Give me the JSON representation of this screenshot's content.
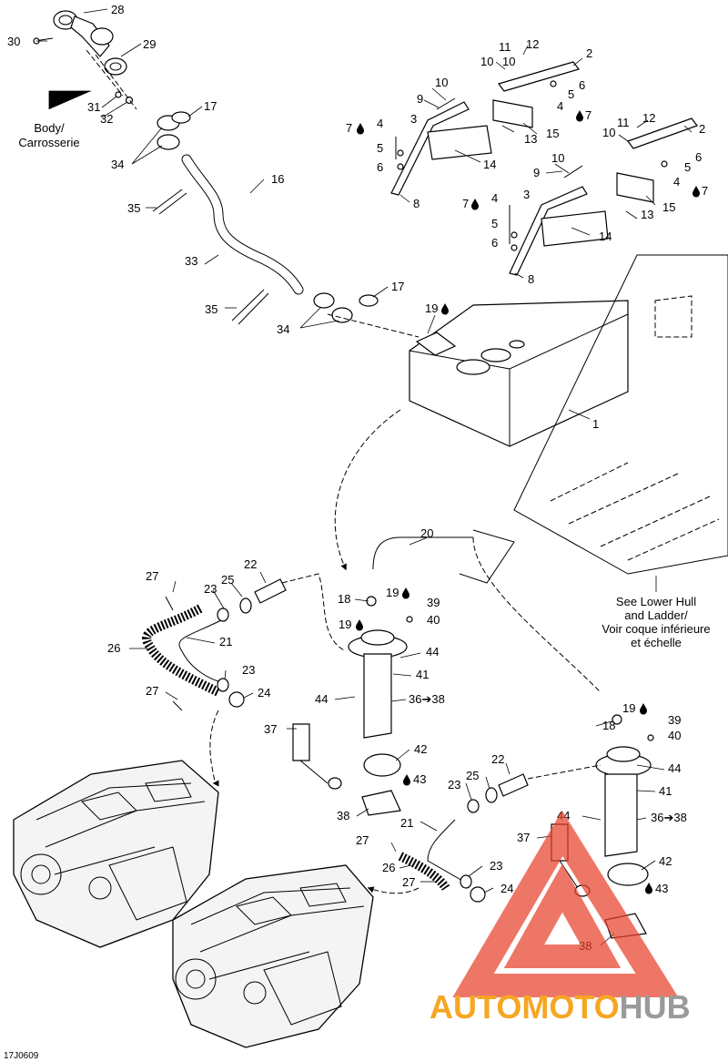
{
  "callouts": {
    "n1": "1",
    "n2": "2",
    "n3": "3",
    "n4": "4",
    "n5": "5",
    "n6": "6",
    "n7": "7",
    "n8": "8",
    "n9": "9",
    "n10": "10",
    "n11": "11",
    "n12": "12",
    "n13": "13",
    "n14": "14",
    "n15": "15",
    "n16": "16",
    "n17": "17",
    "n18": "18",
    "n19": "19",
    "n20": "20",
    "n21": "21",
    "n22": "22",
    "n23": "23",
    "n24": "24",
    "n25": "25",
    "n26": "26",
    "n27": "27",
    "n28": "28",
    "n29": "29",
    "n30": "30",
    "n31": "31",
    "n32": "32",
    "n33": "33",
    "n34": "34",
    "n35": "35",
    "n37": "37",
    "n38": "38",
    "n39": "39",
    "n40": "40",
    "n41": "41",
    "n42": "42",
    "n43": "43",
    "n44": "44",
    "n36to38": "36➔38"
  },
  "notes": {
    "body_line1": "Body/",
    "body_line2": "Carrosserie",
    "hull_line1": "See Lower Hull",
    "hull_line2": "and Ladder/",
    "hull_line3": "Voir coque inférieure",
    "hull_line4": "et échelle"
  },
  "drawing_code": "17J0609",
  "watermark": {
    "part1": "AUTOMOTO",
    "part2": "HUB"
  },
  "colors": {
    "watermark_triangle": "#e8412c",
    "watermark_orange": "#f6a623",
    "watermark_grey": "#9a9a9a",
    "drop_symbol": "#000000"
  },
  "icons": {
    "drop": "lubricant-drop-icon",
    "arrow": "reference-arrow-icon"
  }
}
